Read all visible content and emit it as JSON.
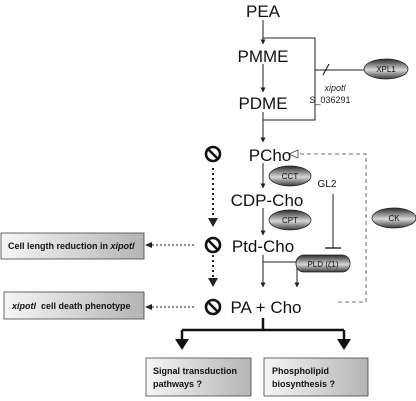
{
  "metabolites": {
    "pea": "PEA",
    "pmme": "PMME",
    "pdme": "PDME",
    "pcho": "PCho",
    "cdp_cho": "CDP-Cho",
    "ptd_cho": "Ptd-Cho",
    "pa_cho": "PA + Cho"
  },
  "enzymes": {
    "xpl1": "XPL1",
    "cct": "CCT",
    "cpt": "CPT",
    "pld": "PLD (ζ1)",
    "ck": "CK"
  },
  "labels": {
    "xipotl": "xipotl",
    "s_id": "S_036291",
    "gl2": "GL2"
  },
  "boxes": {
    "cell_length": {
      "prefix": "Cell length reduction in ",
      "italic": "xipotl"
    },
    "cell_death": {
      "italic": "xipotl",
      "suffix": "  cell death phenotype"
    },
    "signal": {
      "line1": "Signal transduction",
      "line2": "pathways ?"
    },
    "phospholipid": {
      "line1": "Phospholipid",
      "line2": "biosynthesis ?"
    }
  },
  "colors": {
    "line": "#222222",
    "pill_dark": "#3a3a3a",
    "pill_light": "#d0d0d0",
    "box_dark": "#b8b8b8",
    "box_light": "#f4f4f4"
  }
}
